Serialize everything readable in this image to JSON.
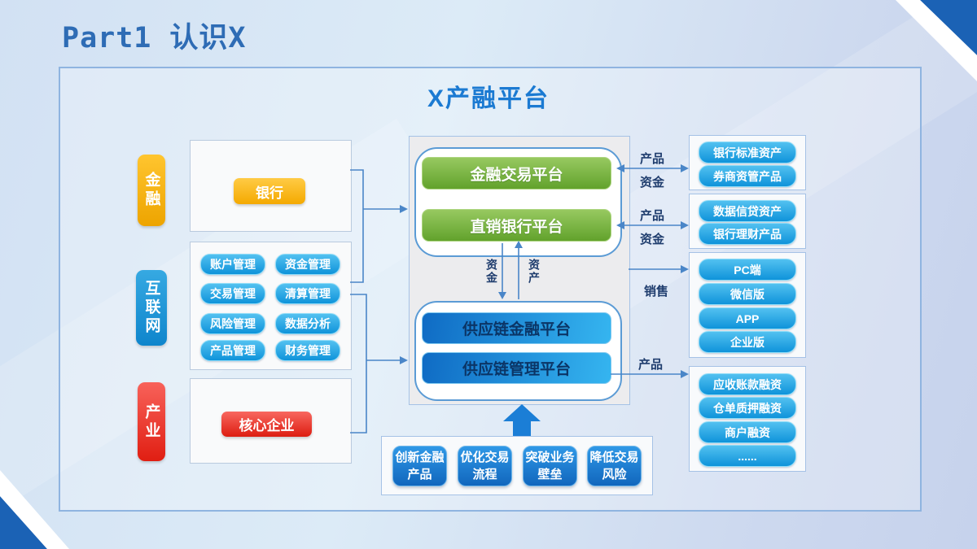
{
  "page": {
    "part_title": "Part1 认识X",
    "panel_title": "X产融平台"
  },
  "left": {
    "finance_label": "金融",
    "internet_label": "互联网",
    "industry_label": "产业",
    "bank_button": "银行",
    "core_button": "核心企业",
    "internet_items": [
      "账户管理",
      "资金管理",
      "交易管理",
      "清算管理",
      "风险管理",
      "数据分析",
      "产品管理",
      "财务管理"
    ]
  },
  "center": {
    "top_platforms": [
      "金融交易平台",
      "直销银行平台"
    ],
    "bottom_platforms": [
      "供应链金融平台",
      "供应链管理平台"
    ],
    "funds_label": "资金",
    "assets_label": "资产"
  },
  "right": {
    "connector1": {
      "top": "产品",
      "bottom": "资金"
    },
    "connector2": {
      "top": "产品",
      "bottom": "资金"
    },
    "sales_label": "销售",
    "product_label": "产品",
    "box1": [
      "银行标准资产",
      "券商资管产品"
    ],
    "box2": [
      "数据信贷资产",
      "银行理财产品"
    ],
    "box3": [
      "PC端",
      "微信版",
      "APP",
      "企业版"
    ],
    "box4": [
      "应收账款融资",
      "仓单质押融资",
      "商户融资",
      "......"
    ]
  },
  "bottom": {
    "items": [
      "创新金融产品",
      "优化交易流程",
      "突破业务壁垒",
      "降低交易风险"
    ]
  },
  "colors": {
    "accent_blue": "#1b7ad2",
    "connector_blue": "#4a86c8",
    "pill_blue_top": "#52c1f0",
    "pill_blue_bottom": "#0f93da",
    "platform_green": "#62a22c",
    "tag_yellow": "#f5b301",
    "tag_red": "#e01e12",
    "corner_blue": "#1b62b5"
  }
}
